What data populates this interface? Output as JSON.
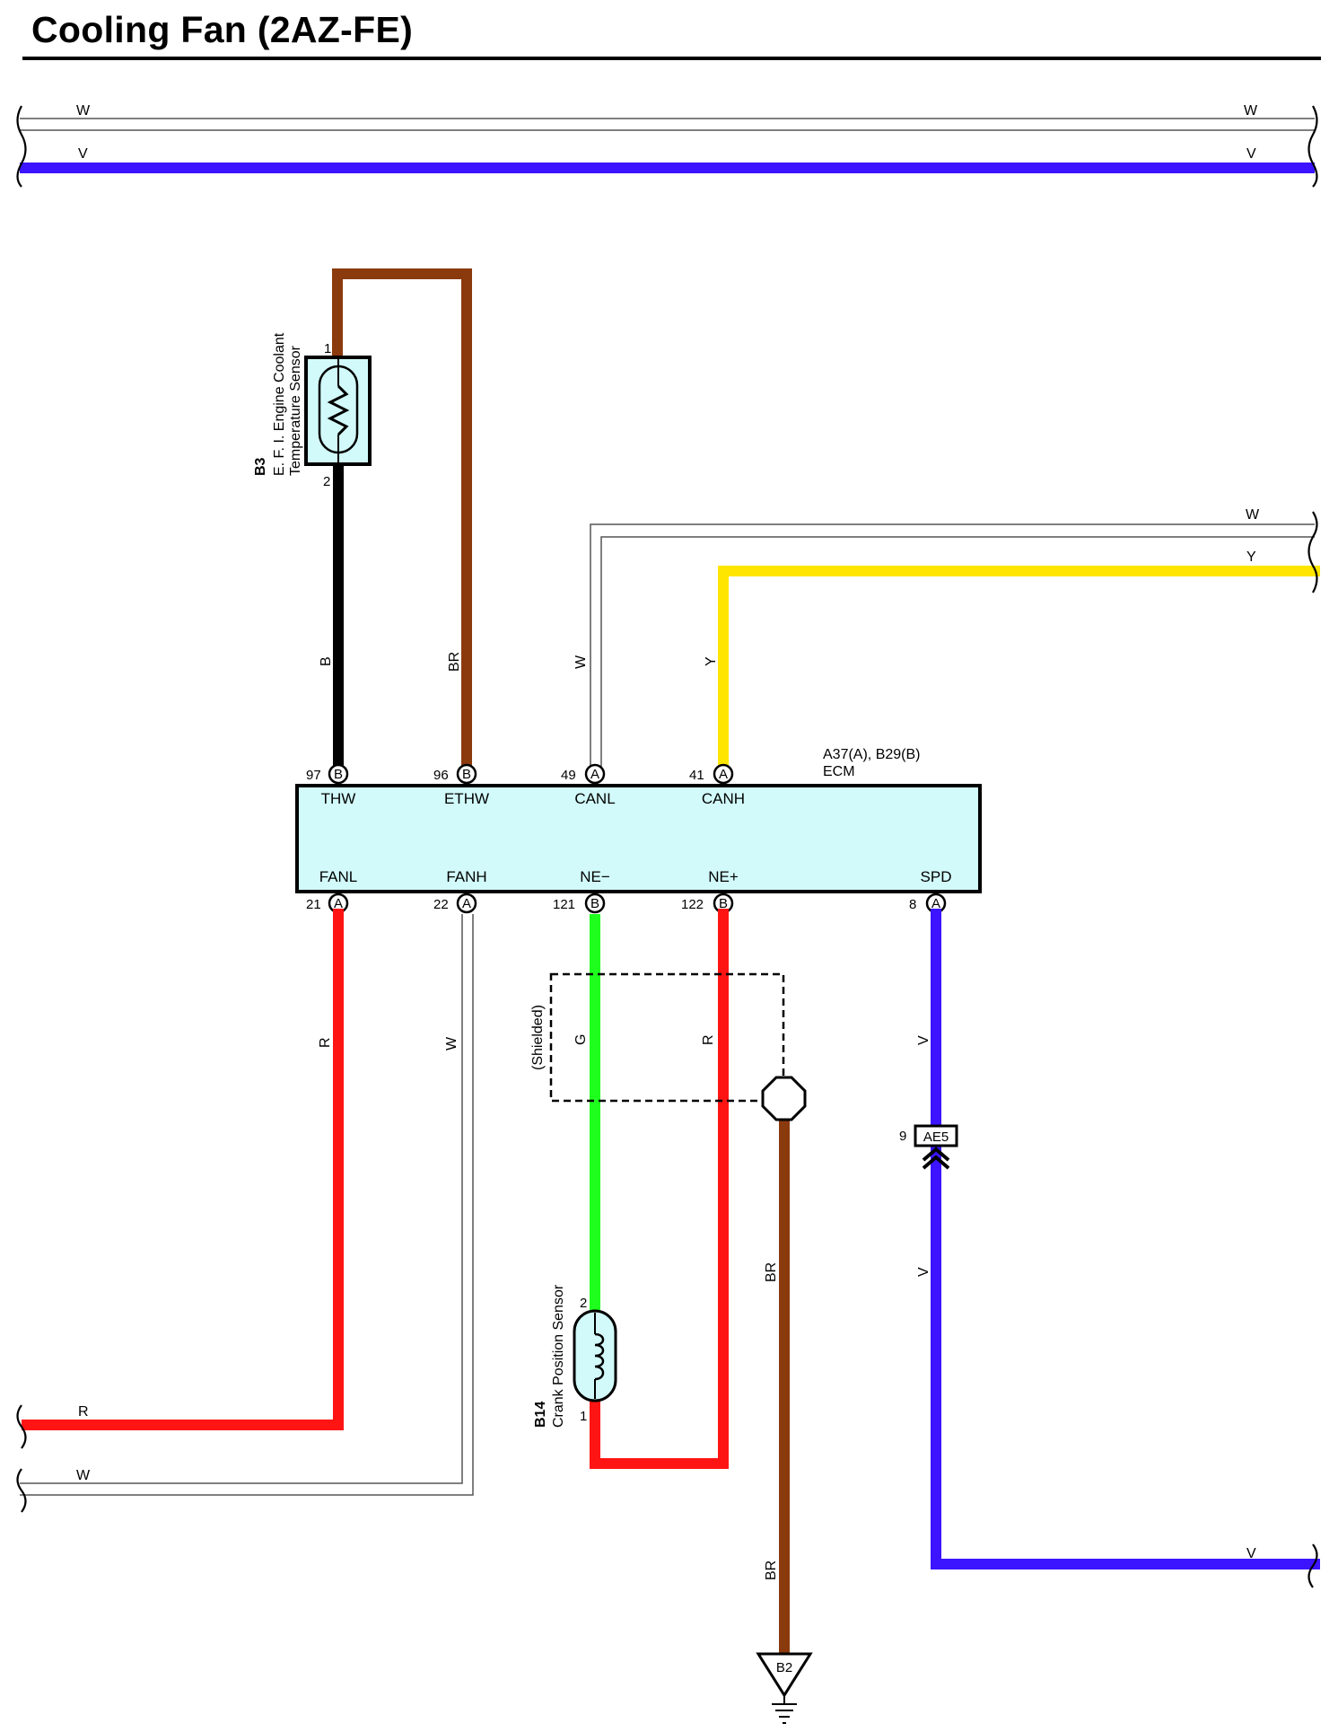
{
  "title": "Cooling Fan (2AZ-FE)",
  "colors": {
    "W": "#ffffff",
    "V": "#3c14ff",
    "BR": "#8b3a0e",
    "B": "#000000",
    "Y": "#ffe600",
    "R": "#ff1414",
    "G": "#1eff1e",
    "component_fill": "#d2fafa"
  },
  "bus_labels": {
    "top_w_left": "W",
    "top_w_right": "W",
    "top_v_left": "V",
    "top_v_right": "V",
    "right_w": "W",
    "right_y": "Y",
    "left_r": "R",
    "left_w": "W",
    "bottom_v": "V"
  },
  "wire_labels": {
    "thw": "B",
    "ethw": "BR",
    "canl": "W",
    "canh": "Y",
    "fanl": "R",
    "fanh": "W",
    "ne_minus": "G",
    "ne_plus": "R",
    "spd_upper": "V",
    "spd_lower": "V",
    "ground_upper": "BR",
    "ground_lower": "BR"
  },
  "sensor_b3": {
    "code": "B3",
    "name_line1": "E. F. I.  Engine Coolant",
    "name_line2": "Temperature Sensor",
    "pin_top": "1",
    "pin_bottom": "2"
  },
  "ecm": {
    "connector": "A37(A), B29(B)",
    "name": "ECM",
    "top_pins": [
      {
        "num": "97",
        "conn": "B",
        "signal": "THW"
      },
      {
        "num": "96",
        "conn": "B",
        "signal": "ETHW"
      },
      {
        "num": "49",
        "conn": "A",
        "signal": "CANL"
      },
      {
        "num": "41",
        "conn": "A",
        "signal": "CANH"
      }
    ],
    "bottom_pins": [
      {
        "num": "21",
        "conn": "A",
        "signal": "FANL"
      },
      {
        "num": "22",
        "conn": "A",
        "signal": "FANH"
      },
      {
        "num": "121",
        "conn": "B",
        "signal": "NE−"
      },
      {
        "num": "122",
        "conn": "B",
        "signal": "NE+"
      },
      {
        "num": "8",
        "conn": "A",
        "signal": "SPD"
      }
    ]
  },
  "shield": {
    "label": "(Shielded)"
  },
  "sensor_b14": {
    "code": "B14",
    "name": "Crank Position Sensor",
    "pin_top": "2",
    "pin_bottom": "1"
  },
  "connector_ae5": {
    "code": "AE5",
    "pin": "9"
  },
  "ground": {
    "code": "B2"
  }
}
